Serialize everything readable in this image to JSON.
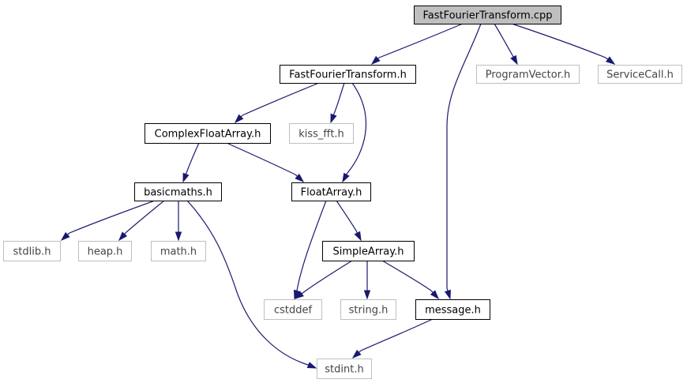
{
  "colors": {
    "root_fill": "#bfbfbf",
    "root_stroke": "#000000",
    "local_stroke": "#000000",
    "system_stroke": "#bfbfbf",
    "edge": "#191970"
  },
  "nodes": [
    {
      "id": "fft_cpp",
      "label": "FastFourierTransform.cpp",
      "kind": "root"
    },
    {
      "id": "fft_h",
      "label": "FastFourierTransform.h",
      "kind": "local"
    },
    {
      "id": "programvector_h",
      "label": "ProgramVector.h",
      "kind": "system"
    },
    {
      "id": "servicecall_h",
      "label": "ServiceCall.h",
      "kind": "system"
    },
    {
      "id": "complexfloatarray_h",
      "label": "ComplexFloatArray.h",
      "kind": "local"
    },
    {
      "id": "kiss_fft_h",
      "label": "kiss_fft.h",
      "kind": "system"
    },
    {
      "id": "basicmaths_h",
      "label": "basicmaths.h",
      "kind": "local"
    },
    {
      "id": "floatarray_h",
      "label": "FloatArray.h",
      "kind": "local"
    },
    {
      "id": "stdlib_h",
      "label": "stdlib.h",
      "kind": "system"
    },
    {
      "id": "heap_h",
      "label": "heap.h",
      "kind": "system"
    },
    {
      "id": "math_h",
      "label": "math.h",
      "kind": "system"
    },
    {
      "id": "simplearray_h",
      "label": "SimpleArray.h",
      "kind": "local"
    },
    {
      "id": "cstddef",
      "label": "cstddef",
      "kind": "system"
    },
    {
      "id": "string_h",
      "label": "string.h",
      "kind": "system"
    },
    {
      "id": "message_h",
      "label": "message.h",
      "kind": "local"
    },
    {
      "id": "stdint_h",
      "label": "stdint.h",
      "kind": "system"
    }
  ],
  "edges": [
    {
      "from": "fft_cpp",
      "to": "fft_h"
    },
    {
      "from": "fft_cpp",
      "to": "programvector_h"
    },
    {
      "from": "fft_cpp",
      "to": "servicecall_h"
    },
    {
      "from": "fft_cpp",
      "to": "message_h"
    },
    {
      "from": "fft_h",
      "to": "complexfloatarray_h"
    },
    {
      "from": "fft_h",
      "to": "kiss_fft_h"
    },
    {
      "from": "fft_h",
      "to": "floatarray_h"
    },
    {
      "from": "complexfloatarray_h",
      "to": "basicmaths_h"
    },
    {
      "from": "complexfloatarray_h",
      "to": "floatarray_h"
    },
    {
      "from": "basicmaths_h",
      "to": "stdlib_h"
    },
    {
      "from": "basicmaths_h",
      "to": "heap_h"
    },
    {
      "from": "basicmaths_h",
      "to": "math_h"
    },
    {
      "from": "basicmaths_h",
      "to": "stdint_h"
    },
    {
      "from": "floatarray_h",
      "to": "cstddef"
    },
    {
      "from": "floatarray_h",
      "to": "simplearray_h"
    },
    {
      "from": "simplearray_h",
      "to": "cstddef"
    },
    {
      "from": "simplearray_h",
      "to": "string_h"
    },
    {
      "from": "simplearray_h",
      "to": "message_h"
    },
    {
      "from": "message_h",
      "to": "stdint_h"
    }
  ]
}
